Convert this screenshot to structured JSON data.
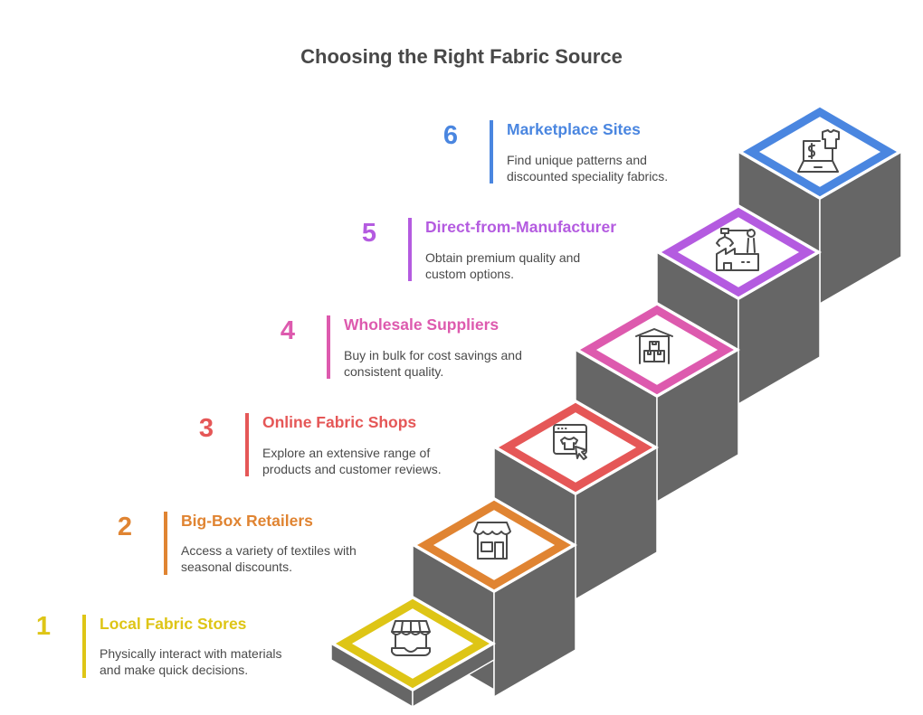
{
  "title": "Choosing the Right Fabric Source",
  "steps": [
    {
      "number": "1",
      "title": "Local Fabric Stores",
      "desc_line1": "Physically interact with materials",
      "desc_line2": "and make quick decisions.",
      "color": "#DEC516",
      "icon": "market-stall-icon"
    },
    {
      "number": "2",
      "title": "Big-Box Retailers",
      "desc_line1": "Access a variety of textiles with",
      "desc_line2": "seasonal discounts.",
      "color": "#E08432",
      "icon": "storefront-icon"
    },
    {
      "number": "3",
      "title": "Online Fabric Shops",
      "desc_line1": "Explore an extensive range of",
      "desc_line2": "products and customer reviews.",
      "color": "#E55757",
      "icon": "online-shop-icon"
    },
    {
      "number": "4",
      "title": "Wholesale Suppliers",
      "desc_line1": "Buy in bulk for cost savings and",
      "desc_line2": "consistent quality.",
      "color": "#DD5AAE",
      "icon": "warehouse-icon"
    },
    {
      "number": "5",
      "title": "Direct-from-Manufacturer",
      "desc_line1": "Obtain premium quality and",
      "desc_line2": "custom options.",
      "color": "#B45BE0",
      "icon": "factory-icon"
    },
    {
      "number": "6",
      "title": "Marketplace Sites",
      "desc_line1": "Find unique patterns and",
      "desc_line2": "discounted speciality fabrics.",
      "color": "#4A86E0",
      "icon": "marketplace-laptop-icon"
    }
  ],
  "colors": {
    "stair_side": "#666666",
    "title_text": "#484848",
    "icon_stroke": "#4a4a4a"
  }
}
